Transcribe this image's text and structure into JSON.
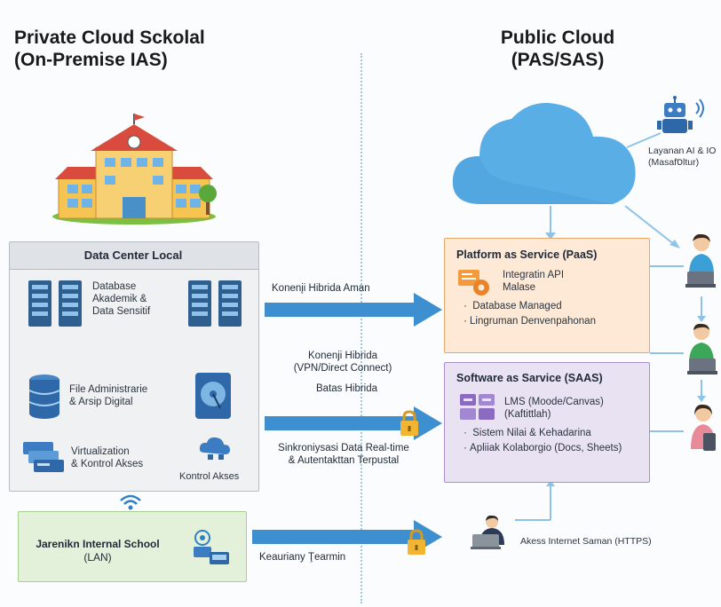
{
  "left_title": [
    "Private Cloud Sckolal",
    "(On-Premise IAS)"
  ],
  "right_title": [
    "Public Cloud",
    "(PAS/SAS)"
  ],
  "data_center": {
    "title": "Data Center Local",
    "database": [
      "Database",
      "Akademik &",
      "Data Sensitif"
    ],
    "file_admin": [
      "File Administrarie",
      "& Arsip Digital"
    ],
    "virtualization": [
      "Virtualization",
      "& Kontrol Akses"
    ],
    "kontrol": "Kontrol Akses"
  },
  "lan": {
    "title": "Jarenikn Internal School",
    "sub": "(LAN)"
  },
  "paas": {
    "title": "Platform as Service (PaaS)",
    "line1": "Integratin API",
    "line2": "Malase",
    "bullet1": "Database Managed",
    "bullet2": "Lingruman Denvenpahonan"
  },
  "saas": {
    "title": "Software as Sarvice (SAAS)",
    "line1": "LMS (Moode/Canvas)",
    "line2": "(Kaftittlah)",
    "bullet1": "Sistem Nilai & Kehadarina",
    "bullet2": "Apliiak Kolaborgio (Docs, Sheets)"
  },
  "ai": [
    "Layanan AI & IO",
    "(Masafסltur)"
  ],
  "arrows": {
    "a1": "Konenįi Hibrida Aman",
    "a2": [
      "Konenji Hibrida",
      "(VPN/Direct Connect)"
    ],
    "a2b": "Batas Hibrida",
    "a3": [
      "Sinkroniysasi Data Real-time",
      "& Autentakttan Terpustal"
    ],
    "a4": "Keauriany Ţearmin"
  },
  "internet": "Akess Internet Saman (HTTPS)",
  "colors": {
    "arrow": "#3d8fd0",
    "paas_bg": "#fde9d6",
    "paas_border": "#e8a668",
    "saas_bg": "#e9e2f2",
    "saas_border": "#a98fc9",
    "lan_bg": "#e3f1da",
    "lan_border": "#a8cf8e",
    "dc_bg": "#f0f1f3"
  }
}
